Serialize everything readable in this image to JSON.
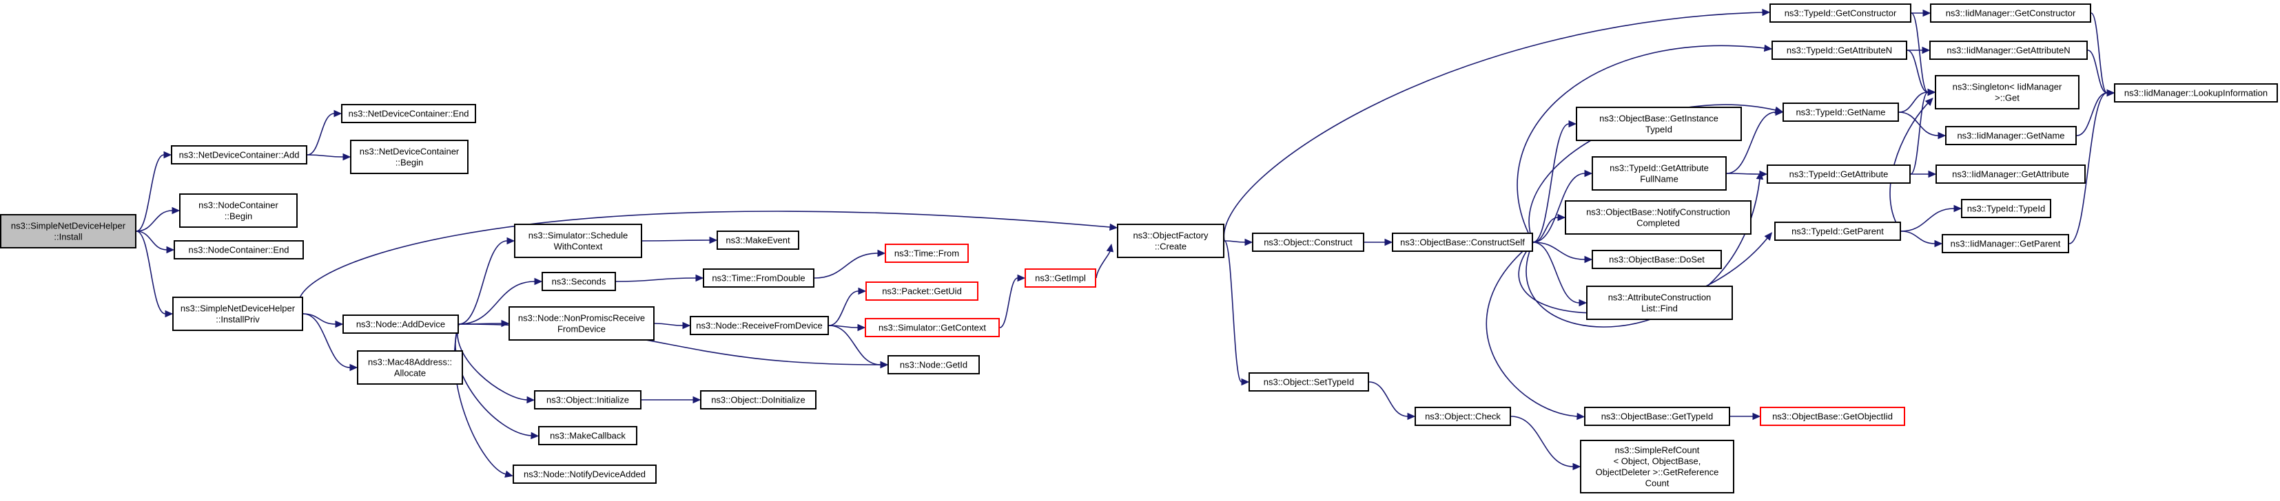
{
  "colors": {
    "edge": "#191970",
    "truncated_border": "#ff0000",
    "root_fill": "#bfbfbf"
  },
  "nodes": [
    {
      "id": "root",
      "lines": [
        "ns3::SimpleNetDeviceHelper",
        "::Install"
      ],
      "root": true
    },
    {
      "id": "ndcAdd",
      "lines": [
        "ns3::NetDeviceContainer::Add"
      ]
    },
    {
      "id": "ndcEnd",
      "lines": [
        "ns3::NetDeviceContainer::End"
      ]
    },
    {
      "id": "ndcBegin",
      "lines": [
        "ns3::NetDeviceContainer",
        "::Begin"
      ]
    },
    {
      "id": "ncBegin",
      "lines": [
        "ns3::NodeContainer",
        "::Begin"
      ]
    },
    {
      "id": "ncEnd",
      "lines": [
        "ns3::NodeContainer::End"
      ]
    },
    {
      "id": "installPriv",
      "lines": [
        "ns3::SimpleNetDeviceHelper",
        "::InstallPriv"
      ]
    },
    {
      "id": "addDevice",
      "lines": [
        "ns3::Node::AddDevice"
      ]
    },
    {
      "id": "mac48",
      "lines": [
        "ns3::Mac48Address::",
        "Allocate"
      ]
    },
    {
      "id": "schedule",
      "lines": [
        "ns3::Simulator::Schedule",
        "WithContext"
      ]
    },
    {
      "id": "seconds",
      "lines": [
        "ns3::Seconds"
      ]
    },
    {
      "id": "nonPromisc",
      "lines": [
        "ns3::Node::NonPromiscReceive",
        "FromDevice"
      ]
    },
    {
      "id": "objInit",
      "lines": [
        "ns3::Object::Initialize"
      ]
    },
    {
      "id": "makeCallback",
      "lines": [
        "ns3::MakeCallback"
      ]
    },
    {
      "id": "notifyDev",
      "lines": [
        "ns3::Node::NotifyDeviceAdded"
      ]
    },
    {
      "id": "makeEvent",
      "lines": [
        "ns3::MakeEvent"
      ]
    },
    {
      "id": "fromDouble",
      "lines": [
        "ns3::Time::FromDouble"
      ]
    },
    {
      "id": "timeFrom",
      "lines": [
        "ns3::Time::From"
      ],
      "truncated": true
    },
    {
      "id": "recvFromDev",
      "lines": [
        "ns3::Node::ReceiveFromDevice"
      ]
    },
    {
      "id": "getUid",
      "lines": [
        "ns3::Packet::GetUid"
      ],
      "truncated": true
    },
    {
      "id": "getContext",
      "lines": [
        "ns3::Simulator::GetContext"
      ],
      "truncated": true
    },
    {
      "id": "nodeGetId",
      "lines": [
        "ns3::Node::GetId"
      ]
    },
    {
      "id": "doInit",
      "lines": [
        "ns3::Object::DoInitialize"
      ]
    },
    {
      "id": "getImpl",
      "lines": [
        "ns3::GetImpl"
      ],
      "truncated": true
    },
    {
      "id": "factoryCreate",
      "lines": [
        "ns3::ObjectFactory",
        "::Create"
      ]
    },
    {
      "id": "objConstruct",
      "lines": [
        "ns3::Object::Construct"
      ]
    },
    {
      "id": "constructSelf",
      "lines": [
        "ns3::ObjectBase::ConstructSelf"
      ]
    },
    {
      "id": "setTypeId",
      "lines": [
        "ns3::Object::SetTypeId"
      ]
    },
    {
      "id": "objCheck",
      "lines": [
        "ns3::Object::Check"
      ]
    },
    {
      "id": "getInstanceTid",
      "lines": [
        "ns3::ObjectBase::GetInstance",
        "TypeId"
      ]
    },
    {
      "id": "getAttrFullName",
      "lines": [
        "ns3::TypeId::GetAttribute",
        "FullName"
      ]
    },
    {
      "id": "notifyConstr",
      "lines": [
        "ns3::ObjectBase::NotifyConstruction",
        "Completed"
      ]
    },
    {
      "id": "doSet",
      "lines": [
        "ns3::ObjectBase::DoSet"
      ]
    },
    {
      "id": "attrListFind",
      "lines": [
        "ns3::AttributeConstruction",
        "List::Find"
      ]
    },
    {
      "id": "obGetTypeId",
      "lines": [
        "ns3::ObjectBase::GetTypeId"
      ]
    },
    {
      "id": "simpleRefCount",
      "lines": [
        "ns3::SimpleRefCount",
        "< Object, ObjectBase,",
        "ObjectDeleter >::GetReference",
        "Count"
      ]
    },
    {
      "id": "getObjectIid",
      "lines": [
        "ns3::ObjectBase::GetObjectIid"
      ],
      "truncated": true
    },
    {
      "id": "tidGetConstructor",
      "lines": [
        "ns3::TypeId::GetConstructor"
      ]
    },
    {
      "id": "tidGetAttributeN",
      "lines": [
        "ns3::TypeId::GetAttributeN"
      ]
    },
    {
      "id": "tidGetName",
      "lines": [
        "ns3::TypeId::GetName"
      ]
    },
    {
      "id": "tidGetAttribute",
      "lines": [
        "ns3::TypeId::GetAttribute"
      ]
    },
    {
      "id": "tidGetParent",
      "lines": [
        "ns3::TypeId::GetParent"
      ]
    },
    {
      "id": "iidGetConstructor",
      "lines": [
        "ns3::IidManager::GetConstructor"
      ]
    },
    {
      "id": "iidGetAttributeN",
      "lines": [
        "ns3::IidManager::GetAttributeN"
      ]
    },
    {
      "id": "singletonGet",
      "lines": [
        "ns3::Singleton< IidManager",
        ">::Get"
      ]
    },
    {
      "id": "iidGetName",
      "lines": [
        "ns3::IidManager::GetName"
      ]
    },
    {
      "id": "iidGetAttribute",
      "lines": [
        "ns3::IidManager::GetAttribute"
      ]
    },
    {
      "id": "tidTypeId",
      "lines": [
        "ns3::TypeId::TypeId"
      ]
    },
    {
      "id": "iidGetParent",
      "lines": [
        "ns3::IidManager::GetParent"
      ]
    },
    {
      "id": "iidLookup",
      "lines": [
        "ns3::IidManager::LookupInformation"
      ]
    }
  ],
  "edges": [
    [
      "root",
      "ndcAdd"
    ],
    [
      "root",
      "ncBegin"
    ],
    [
      "root",
      "ncEnd"
    ],
    [
      "root",
      "installPriv"
    ],
    [
      "ndcAdd",
      "ndcEnd"
    ],
    [
      "ndcAdd",
      "ndcBegin"
    ],
    [
      "installPriv",
      "addDevice"
    ],
    [
      "installPriv",
      "mac48"
    ],
    [
      "installPriv",
      "factoryCreate"
    ],
    [
      "addDevice",
      "schedule"
    ],
    [
      "addDevice",
      "seconds"
    ],
    [
      "addDevice",
      "nonPromisc"
    ],
    [
      "addDevice",
      "nodeGetId"
    ],
    [
      "addDevice",
      "objInit"
    ],
    [
      "addDevice",
      "makeCallback"
    ],
    [
      "addDevice",
      "notifyDev"
    ],
    [
      "schedule",
      "makeEvent"
    ],
    [
      "seconds",
      "fromDouble"
    ],
    [
      "fromDouble",
      "timeFrom"
    ],
    [
      "nonPromisc",
      "recvFromDev"
    ],
    [
      "recvFromDev",
      "getUid"
    ],
    [
      "recvFromDev",
      "getContext"
    ],
    [
      "recvFromDev",
      "nodeGetId"
    ],
    [
      "getContext",
      "getImpl"
    ],
    [
      "getImpl",
      "factoryCreate"
    ],
    [
      "objInit",
      "doInit"
    ],
    [
      "factoryCreate",
      "objConstruct"
    ],
    [
      "factoryCreate",
      "setTypeId"
    ],
    [
      "factoryCreate",
      "tidGetConstructor"
    ],
    [
      "objConstruct",
      "constructSelf"
    ],
    [
      "constructSelf",
      "getInstanceTid"
    ],
    [
      "constructSelf",
      "getAttrFullName"
    ],
    [
      "constructSelf",
      "notifyConstr"
    ],
    [
      "constructSelf",
      "doSet"
    ],
    [
      "constructSelf",
      "attrListFind"
    ],
    [
      "constructSelf",
      "obGetTypeId"
    ],
    [
      "constructSelf",
      "tidGetAttributeN"
    ],
    [
      "constructSelf",
      "tidGetName"
    ],
    [
      "constructSelf",
      "tidGetAttribute"
    ],
    [
      "constructSelf",
      "tidGetParent"
    ],
    [
      "setTypeId",
      "objCheck"
    ],
    [
      "objCheck",
      "simpleRefCount"
    ],
    [
      "obGetTypeId",
      "getObjectIid"
    ],
    [
      "getAttrFullName",
      "tidGetName"
    ],
    [
      "getAttrFullName",
      "tidGetAttribute"
    ],
    [
      "tidGetConstructor",
      "iidGetConstructor"
    ],
    [
      "tidGetConstructor",
      "singletonGet"
    ],
    [
      "tidGetAttributeN",
      "iidGetAttributeN"
    ],
    [
      "tidGetAttributeN",
      "singletonGet"
    ],
    [
      "tidGetName",
      "singletonGet"
    ],
    [
      "tidGetName",
      "iidGetName"
    ],
    [
      "tidGetAttribute",
      "singletonGet"
    ],
    [
      "tidGetAttribute",
      "iidGetAttribute"
    ],
    [
      "tidGetParent",
      "singletonGet"
    ],
    [
      "tidGetParent",
      "tidTypeId"
    ],
    [
      "tidGetParent",
      "iidGetParent"
    ],
    [
      "iidGetConstructor",
      "iidLookup"
    ],
    [
      "iidGetAttributeN",
      "iidLookup"
    ],
    [
      "iidGetName",
      "iidLookup"
    ],
    [
      "iidGetParent",
      "iidLookup"
    ]
  ]
}
